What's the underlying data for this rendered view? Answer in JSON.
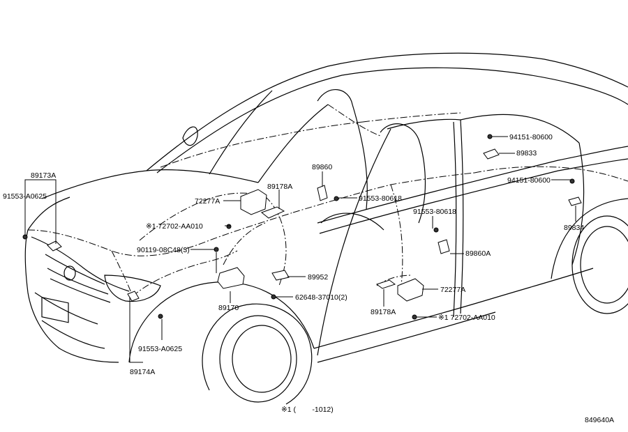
{
  "labels": {
    "p89173A": "89173A",
    "p91553A0625_top": "91553-A0625",
    "p72277A_left": "72277A",
    "p89178A_top": "89178A",
    "p89860": "89860",
    "p91553_80618_top": "91553-80618",
    "p72702_left": "※1 72702-AA010",
    "p90119": "90119-08C48(3)",
    "p89952": "89952",
    "p62648": "62648-37010(2)",
    "p89170": "89170",
    "p91553A0625_bot": "91553-A0625",
    "p89174A": "89174A",
    "p94151_top": "94151-80600",
    "p89833": "89833",
    "p94151_mid": "94151-80600",
    "p89834": "89834",
    "p91553_80618_mid": "91553-80618",
    "p89860A": "89860A",
    "p72277A_right": "72277A",
    "p89178A_bot": "89178A",
    "p72702_right": "※1 72702-AA010",
    "footnote": "※1 (        -1012)",
    "code": "849640A"
  }
}
